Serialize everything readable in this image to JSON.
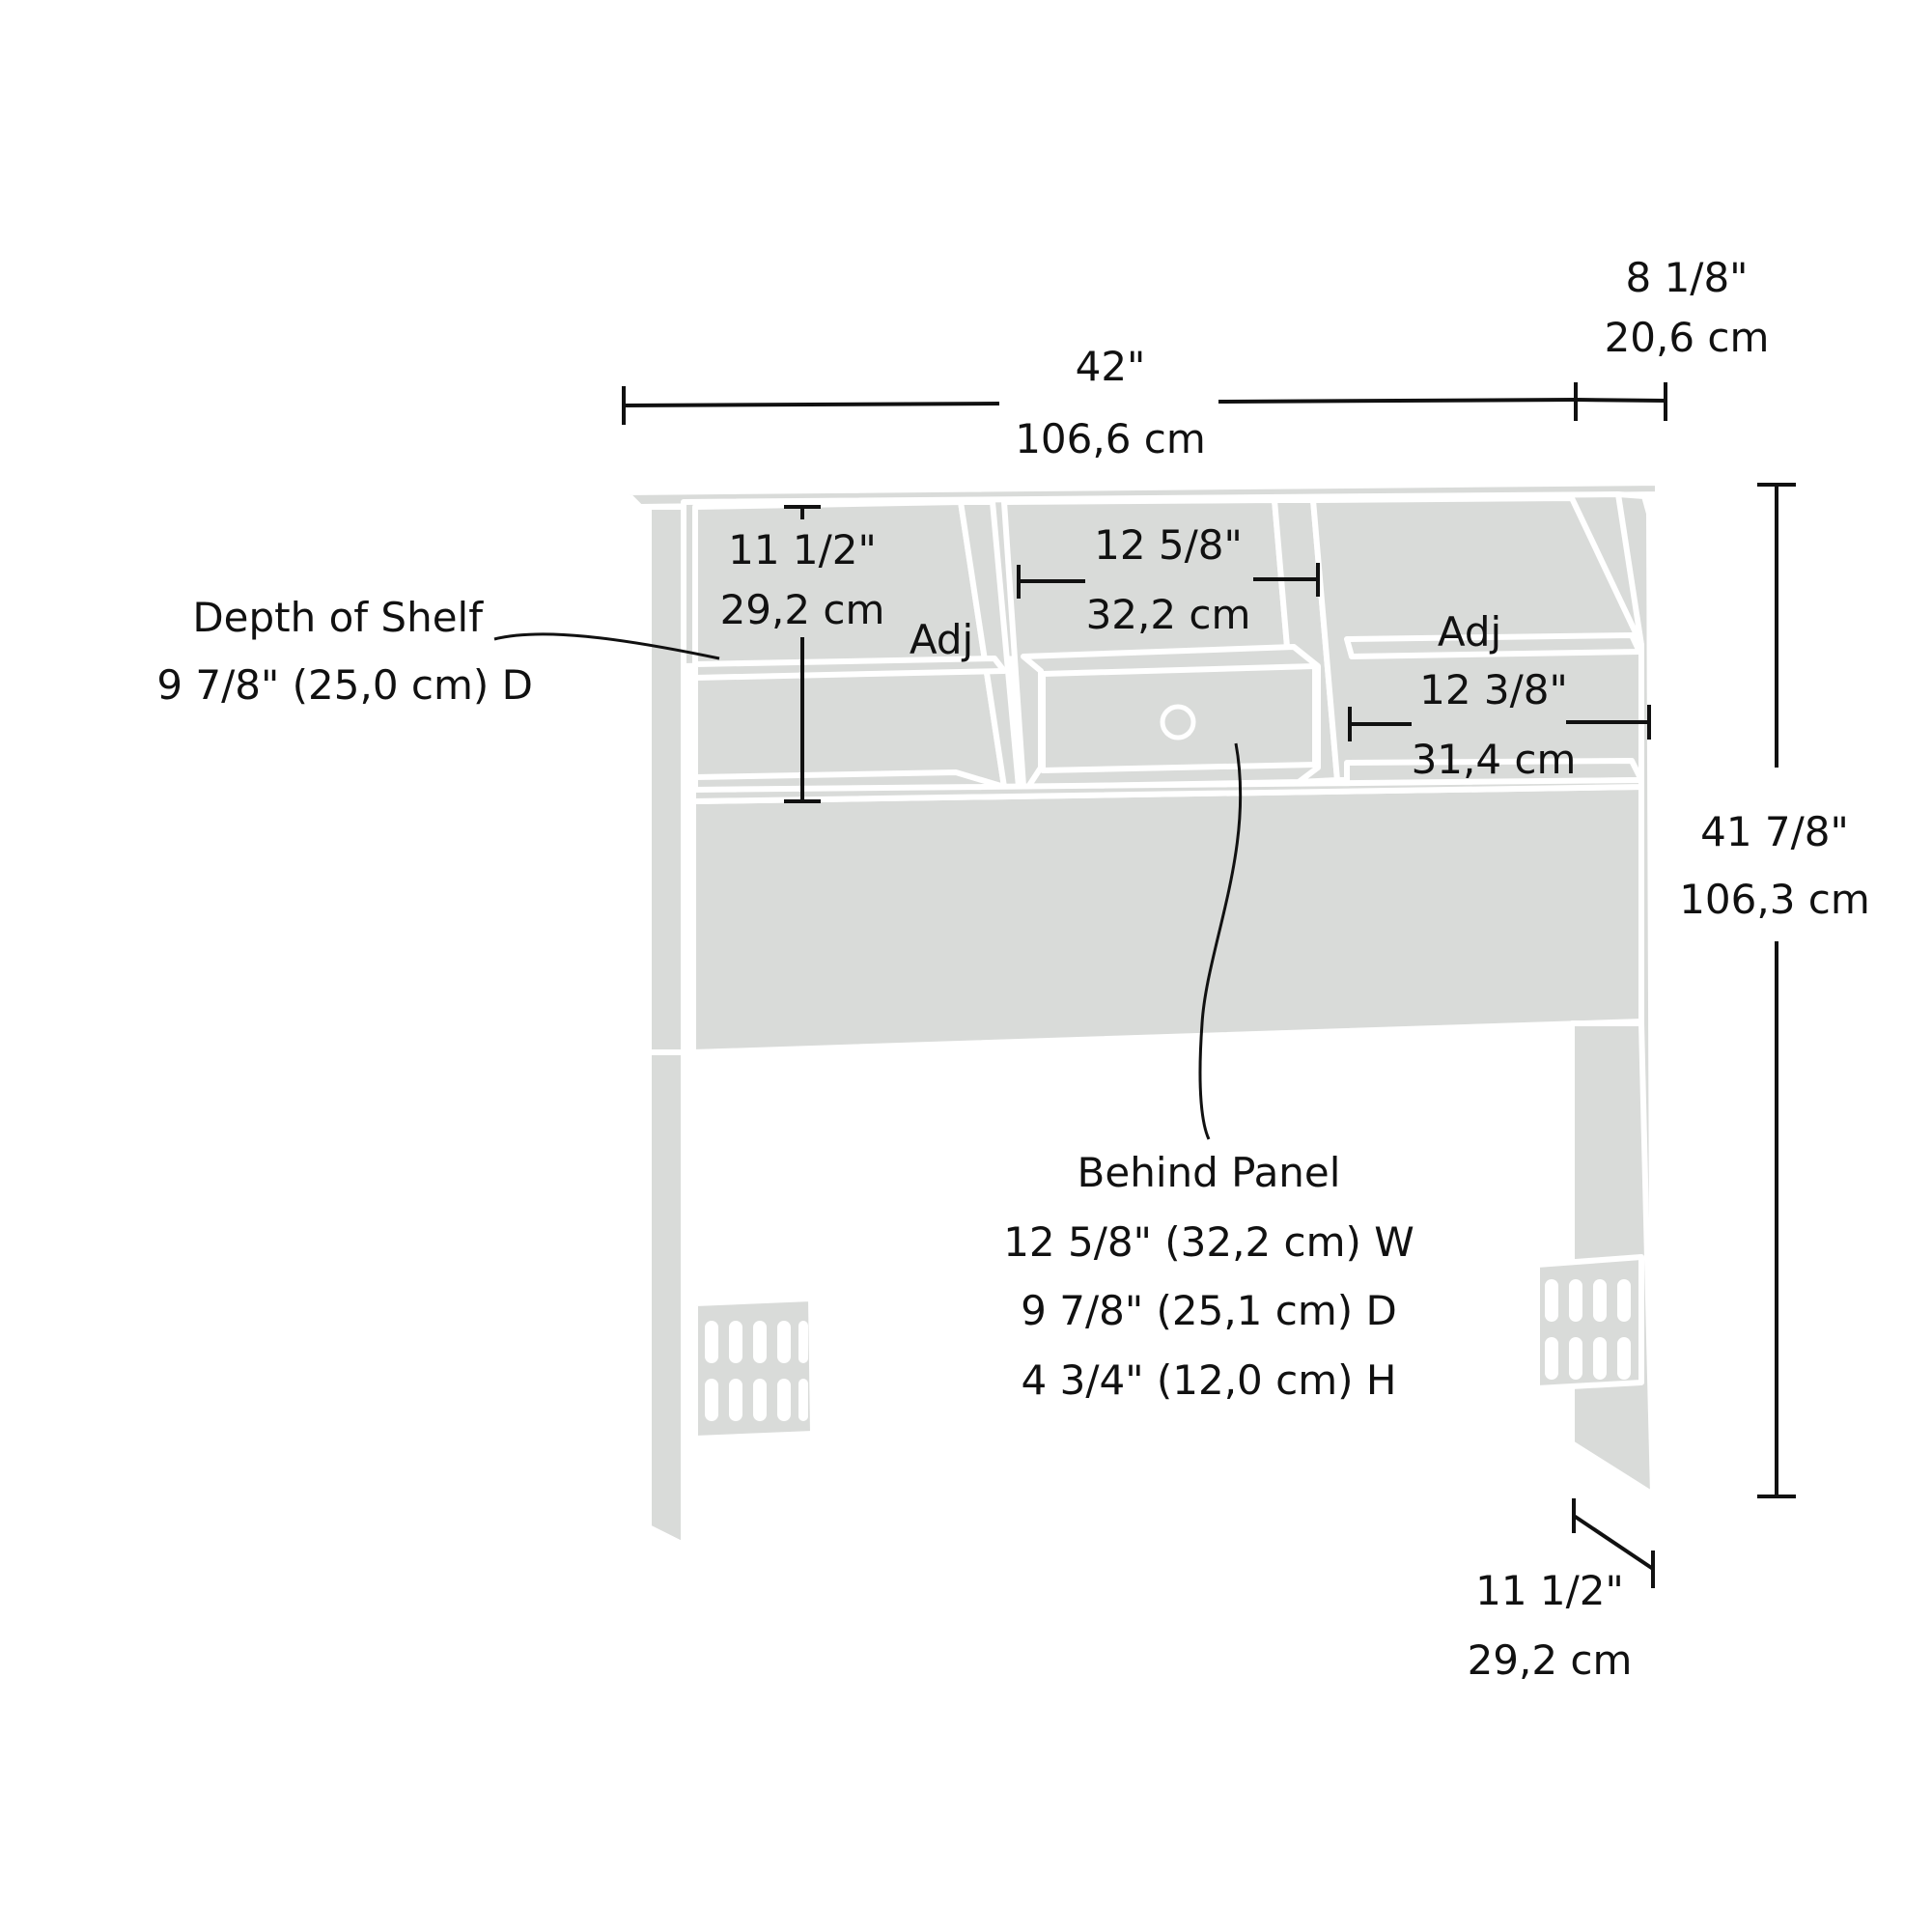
{
  "colors": {
    "ink": "#111111",
    "furniture_fill": "#d9dbd9",
    "furniture_edge": "#ffffff",
    "background": "#ffffff"
  },
  "dimensions": {
    "overall_width": {
      "in": "42\"",
      "cm": "106,6 cm"
    },
    "top_depth": {
      "in": "8 1/8\"",
      "cm": "20,6 cm"
    },
    "overall_height": {
      "in": "41 7/8\"",
      "cm": "106,3 cm"
    },
    "leg_depth": {
      "in": "11 1/2\"",
      "cm": "29,2 cm"
    },
    "left_opening_height": {
      "in": "11 1/2\"",
      "cm": "29,2 cm"
    },
    "center_opening_width": {
      "in": "12 5/8\"",
      "cm": "32,2 cm"
    },
    "right_opening_width": {
      "in": "12 3/8\"",
      "cm": "31,4 cm"
    }
  },
  "labels": {
    "adj_left": "Adj",
    "adj_right": "Adj",
    "shelf_depth_title": "Depth of Shelf",
    "shelf_depth_value": "9 7/8\" (25,0 cm) D",
    "behind_panel_title": "Behind Panel",
    "behind_panel_w": "12 5/8\" (32,2 cm) W",
    "behind_panel_d": "9 7/8\" (25,1 cm) D",
    "behind_panel_h": "4 3/4\" (12,0 cm) H"
  }
}
